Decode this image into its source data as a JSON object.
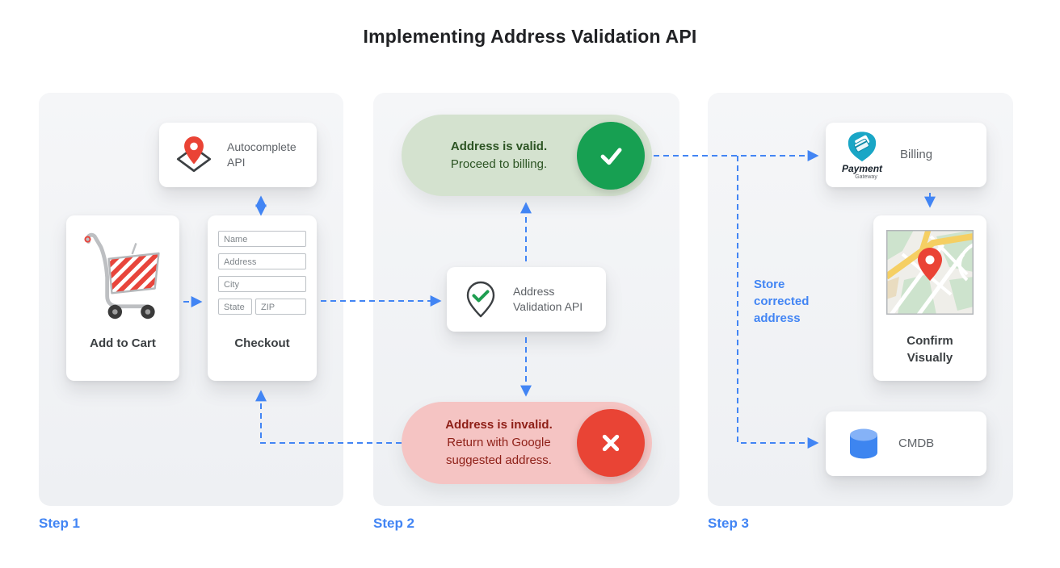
{
  "title": "Implementing Address Validation API",
  "colors": {
    "accent_blue": "#4285f4",
    "valid_circle_green": "#17a052",
    "valid_pill_bg": "#d4e2cf",
    "valid_text_green": "#2c5423",
    "invalid_circle_red": "#e94435",
    "invalid_pill_bg": "#f5c4c3",
    "invalid_text_red": "#8e1f17",
    "payment_logo_teal": "#19a6c6",
    "map_pin_red": "#ea4335"
  },
  "step1": {
    "label": "Step 1",
    "autocomplete_card": {
      "label": "Autocomplete API"
    },
    "add_to_cart_card": {
      "label": "Add to Cart"
    },
    "checkout_card": {
      "label": "Checkout",
      "fields": {
        "name": "Name",
        "address": "Address",
        "city": "City",
        "state": "State",
        "zip": "ZIP"
      }
    }
  },
  "step2": {
    "label": "Step 2",
    "valid_pill": {
      "title": "Address is valid.",
      "subtitle": "Proceed to billing."
    },
    "validation_card": {
      "label": "Address Validation API"
    },
    "invalid_pill": {
      "title": "Address is invalid.",
      "subtitle": "Return with Google suggested address."
    }
  },
  "step3": {
    "label": "Step 3",
    "billing_card": {
      "label": "Billing",
      "logo_title": "Payment",
      "logo_subtitle": "Gateway"
    },
    "confirm_card": {
      "label": "Confirm Visually"
    },
    "cmdb_card": {
      "label": "CMDB"
    },
    "store_note": "Store corrected address"
  }
}
